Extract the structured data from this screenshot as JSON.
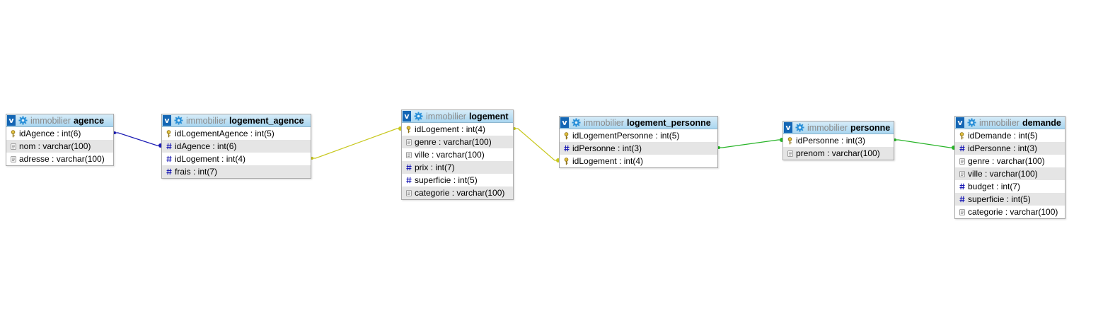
{
  "schema": "immobilier",
  "colors": {
    "header_toggle": "#1466b4",
    "blue_link": "#1a1ab4",
    "yellow_link": "#c8c81e",
    "green_link": "#28b428"
  },
  "tables": [
    {
      "id": "agence",
      "name": "agence",
      "columns": [
        {
          "label": "idAgence : int(6)",
          "icon": "key-icon"
        },
        {
          "label": "nom : varchar(100)",
          "icon": "text-icon"
        },
        {
          "label": "adresse : varchar(100)",
          "icon": "text-icon"
        }
      ]
    },
    {
      "id": "logement_agence",
      "name": "logement_agence",
      "columns": [
        {
          "label": "idLogementAgence : int(5)",
          "icon": "key-icon"
        },
        {
          "label": "idAgence : int(6)",
          "icon": "hash-icon"
        },
        {
          "label": "idLogement : int(4)",
          "icon": "hash-icon"
        },
        {
          "label": "frais : int(7)",
          "icon": "hash-icon"
        }
      ]
    },
    {
      "id": "logement",
      "name": "logement",
      "columns": [
        {
          "label": "idLogement : int(4)",
          "icon": "key-icon"
        },
        {
          "label": "genre : varchar(100)",
          "icon": "text-icon"
        },
        {
          "label": "ville : varchar(100)",
          "icon": "text-icon"
        },
        {
          "label": "prix : int(7)",
          "icon": "hash-icon"
        },
        {
          "label": "superficie : int(5)",
          "icon": "hash-icon"
        },
        {
          "label": "categorie : varchar(100)",
          "icon": "text-icon"
        }
      ]
    },
    {
      "id": "logement_personne",
      "name": "logement_personne",
      "columns": [
        {
          "label": "idLogementPersonne : int(5)",
          "icon": "key-icon"
        },
        {
          "label": "idPersonne : int(3)",
          "icon": "hash-icon"
        },
        {
          "label": "idLogement : int(4)",
          "icon": "key-icon"
        }
      ]
    },
    {
      "id": "personne",
      "name": "personne",
      "columns": [
        {
          "label": "idPersonne : int(3)",
          "icon": "key-icon"
        },
        {
          "label": "prenom : varchar(100)",
          "icon": "text-icon"
        }
      ]
    },
    {
      "id": "demande",
      "name": "demande",
      "columns": [
        {
          "label": "idDemande : int(5)",
          "icon": "key-icon"
        },
        {
          "label": "idPersonne : int(3)",
          "icon": "hash-icon"
        },
        {
          "label": "genre : varchar(100)",
          "icon": "text-icon"
        },
        {
          "label": "ville : varchar(100)",
          "icon": "text-icon"
        },
        {
          "label": "budget : int(7)",
          "icon": "hash-icon"
        },
        {
          "label": "superficie : int(5)",
          "icon": "hash-icon"
        },
        {
          "label": "categorie : varchar(100)",
          "icon": "text-icon"
        }
      ]
    }
  ],
  "relations": [
    {
      "from": "agence.idAgence",
      "to": "logement_agence.idAgence",
      "color": "#1a1ab4"
    },
    {
      "from": "logement_agence.idLogement",
      "to": "logement.idLogement",
      "color": "#c8c81e"
    },
    {
      "from": "logement.idLogement",
      "to": "logement_personne.idLogement",
      "color": "#c8c81e"
    },
    {
      "from": "logement_personne.idPersonne",
      "to": "personne.idPersonne",
      "color": "#28b428"
    },
    {
      "from": "personne.idPersonne",
      "to": "demande.idPersonne",
      "color": "#28b428"
    }
  ]
}
